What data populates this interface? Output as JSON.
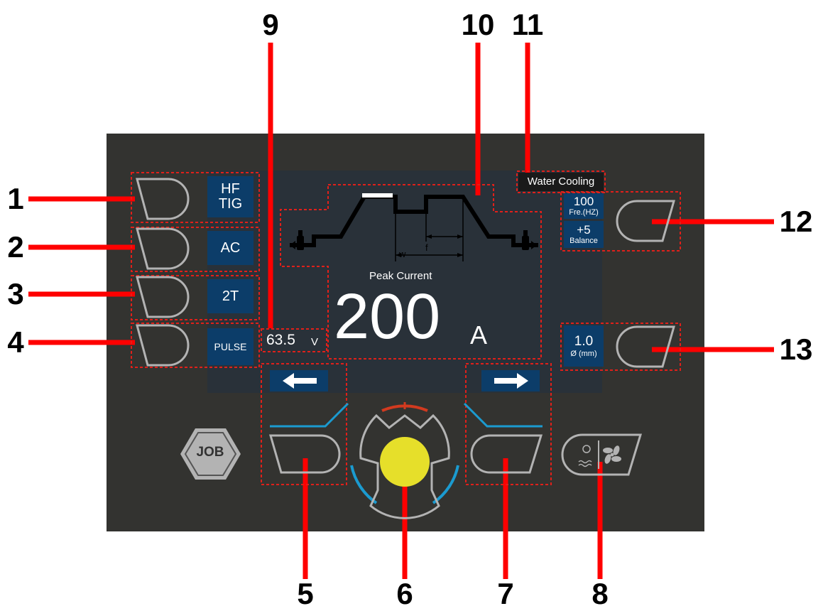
{
  "callouts": [
    "1",
    "2",
    "3",
    "4",
    "5",
    "6",
    "7",
    "8",
    "9",
    "10",
    "11",
    "12",
    "13"
  ],
  "left_labels": {
    "hf_tig": [
      "HF",
      "TIG"
    ],
    "ac": "AC",
    "t2": "2T",
    "pulse": "PULSE"
  },
  "right_labels": {
    "frequency_value": "100",
    "frequency_unit": "Fre.(HZ)",
    "balance_value": "+5",
    "balance_unit": "Balance",
    "diameter_value": "1.0",
    "diameter_unit": "Ø (mm)"
  },
  "screen": {
    "water_cooling": "Water Cooling",
    "parameter_name": "Peak Current",
    "main_value": "200",
    "main_unit": "A",
    "voltage_value": "63.5",
    "voltage_unit": "V",
    "waveform_w": "w",
    "waveform_f": "f"
  },
  "job_button": "JOB",
  "colors": {
    "panel": "#333330",
    "screen": "#293139",
    "label_box": "#0c3d69",
    "callout_line": "#ff0000",
    "knob_center": "#e6df2a",
    "knob_ring_red": "#d23a1f",
    "knob_ring_blue": "#1b9bd0",
    "button_outline": "#b3b3b3"
  }
}
